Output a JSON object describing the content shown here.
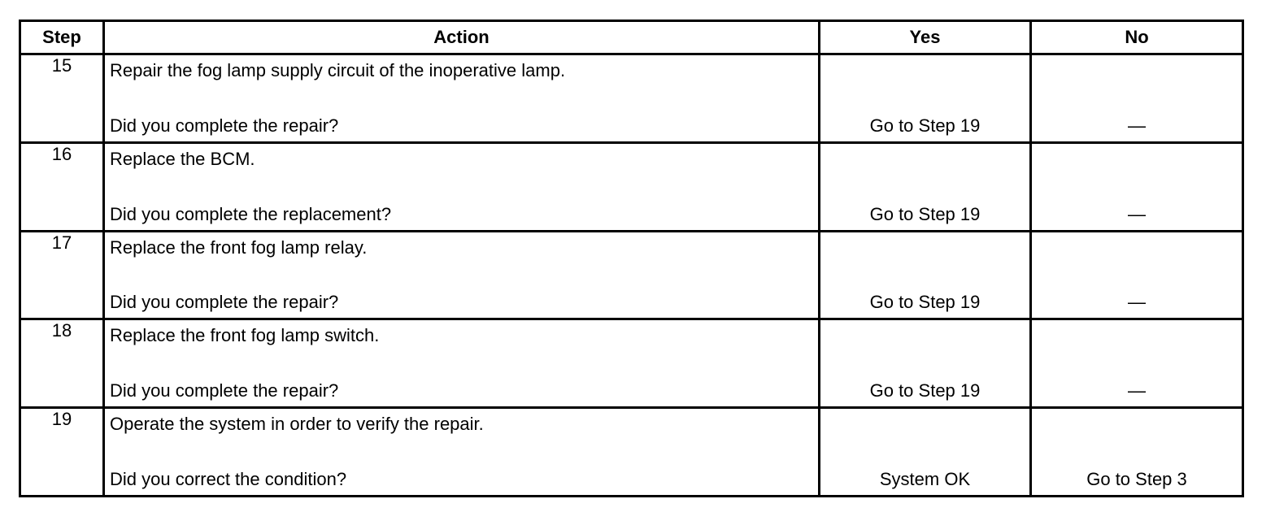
{
  "header": {
    "step": "Step",
    "action": "Action",
    "yes": "Yes",
    "no": "No"
  },
  "rows": [
    {
      "step": "15",
      "instruction": "Repair the fog lamp supply circuit of the inoperative lamp.",
      "question": "Did you complete the repair?",
      "yes": "Go to Step 19",
      "no": "—"
    },
    {
      "step": "16",
      "instruction": "Replace the BCM.",
      "question": "Did you complete the replacement?",
      "yes": "Go to Step 19",
      "no": "—"
    },
    {
      "step": "17",
      "instruction": "Replace the front fog lamp relay.",
      "question": "Did you complete the repair?",
      "yes": "Go to Step 19",
      "no": "—"
    },
    {
      "step": "18",
      "instruction": "Replace the front fog lamp switch.",
      "question": "Did you complete the repair?",
      "yes": "Go to Step 19",
      "no": "—"
    },
    {
      "step": "19",
      "instruction": "Operate the system in order to verify the repair.",
      "question": "Did you correct the condition?",
      "yes": "System OK",
      "no": "Go to Step 3"
    }
  ]
}
